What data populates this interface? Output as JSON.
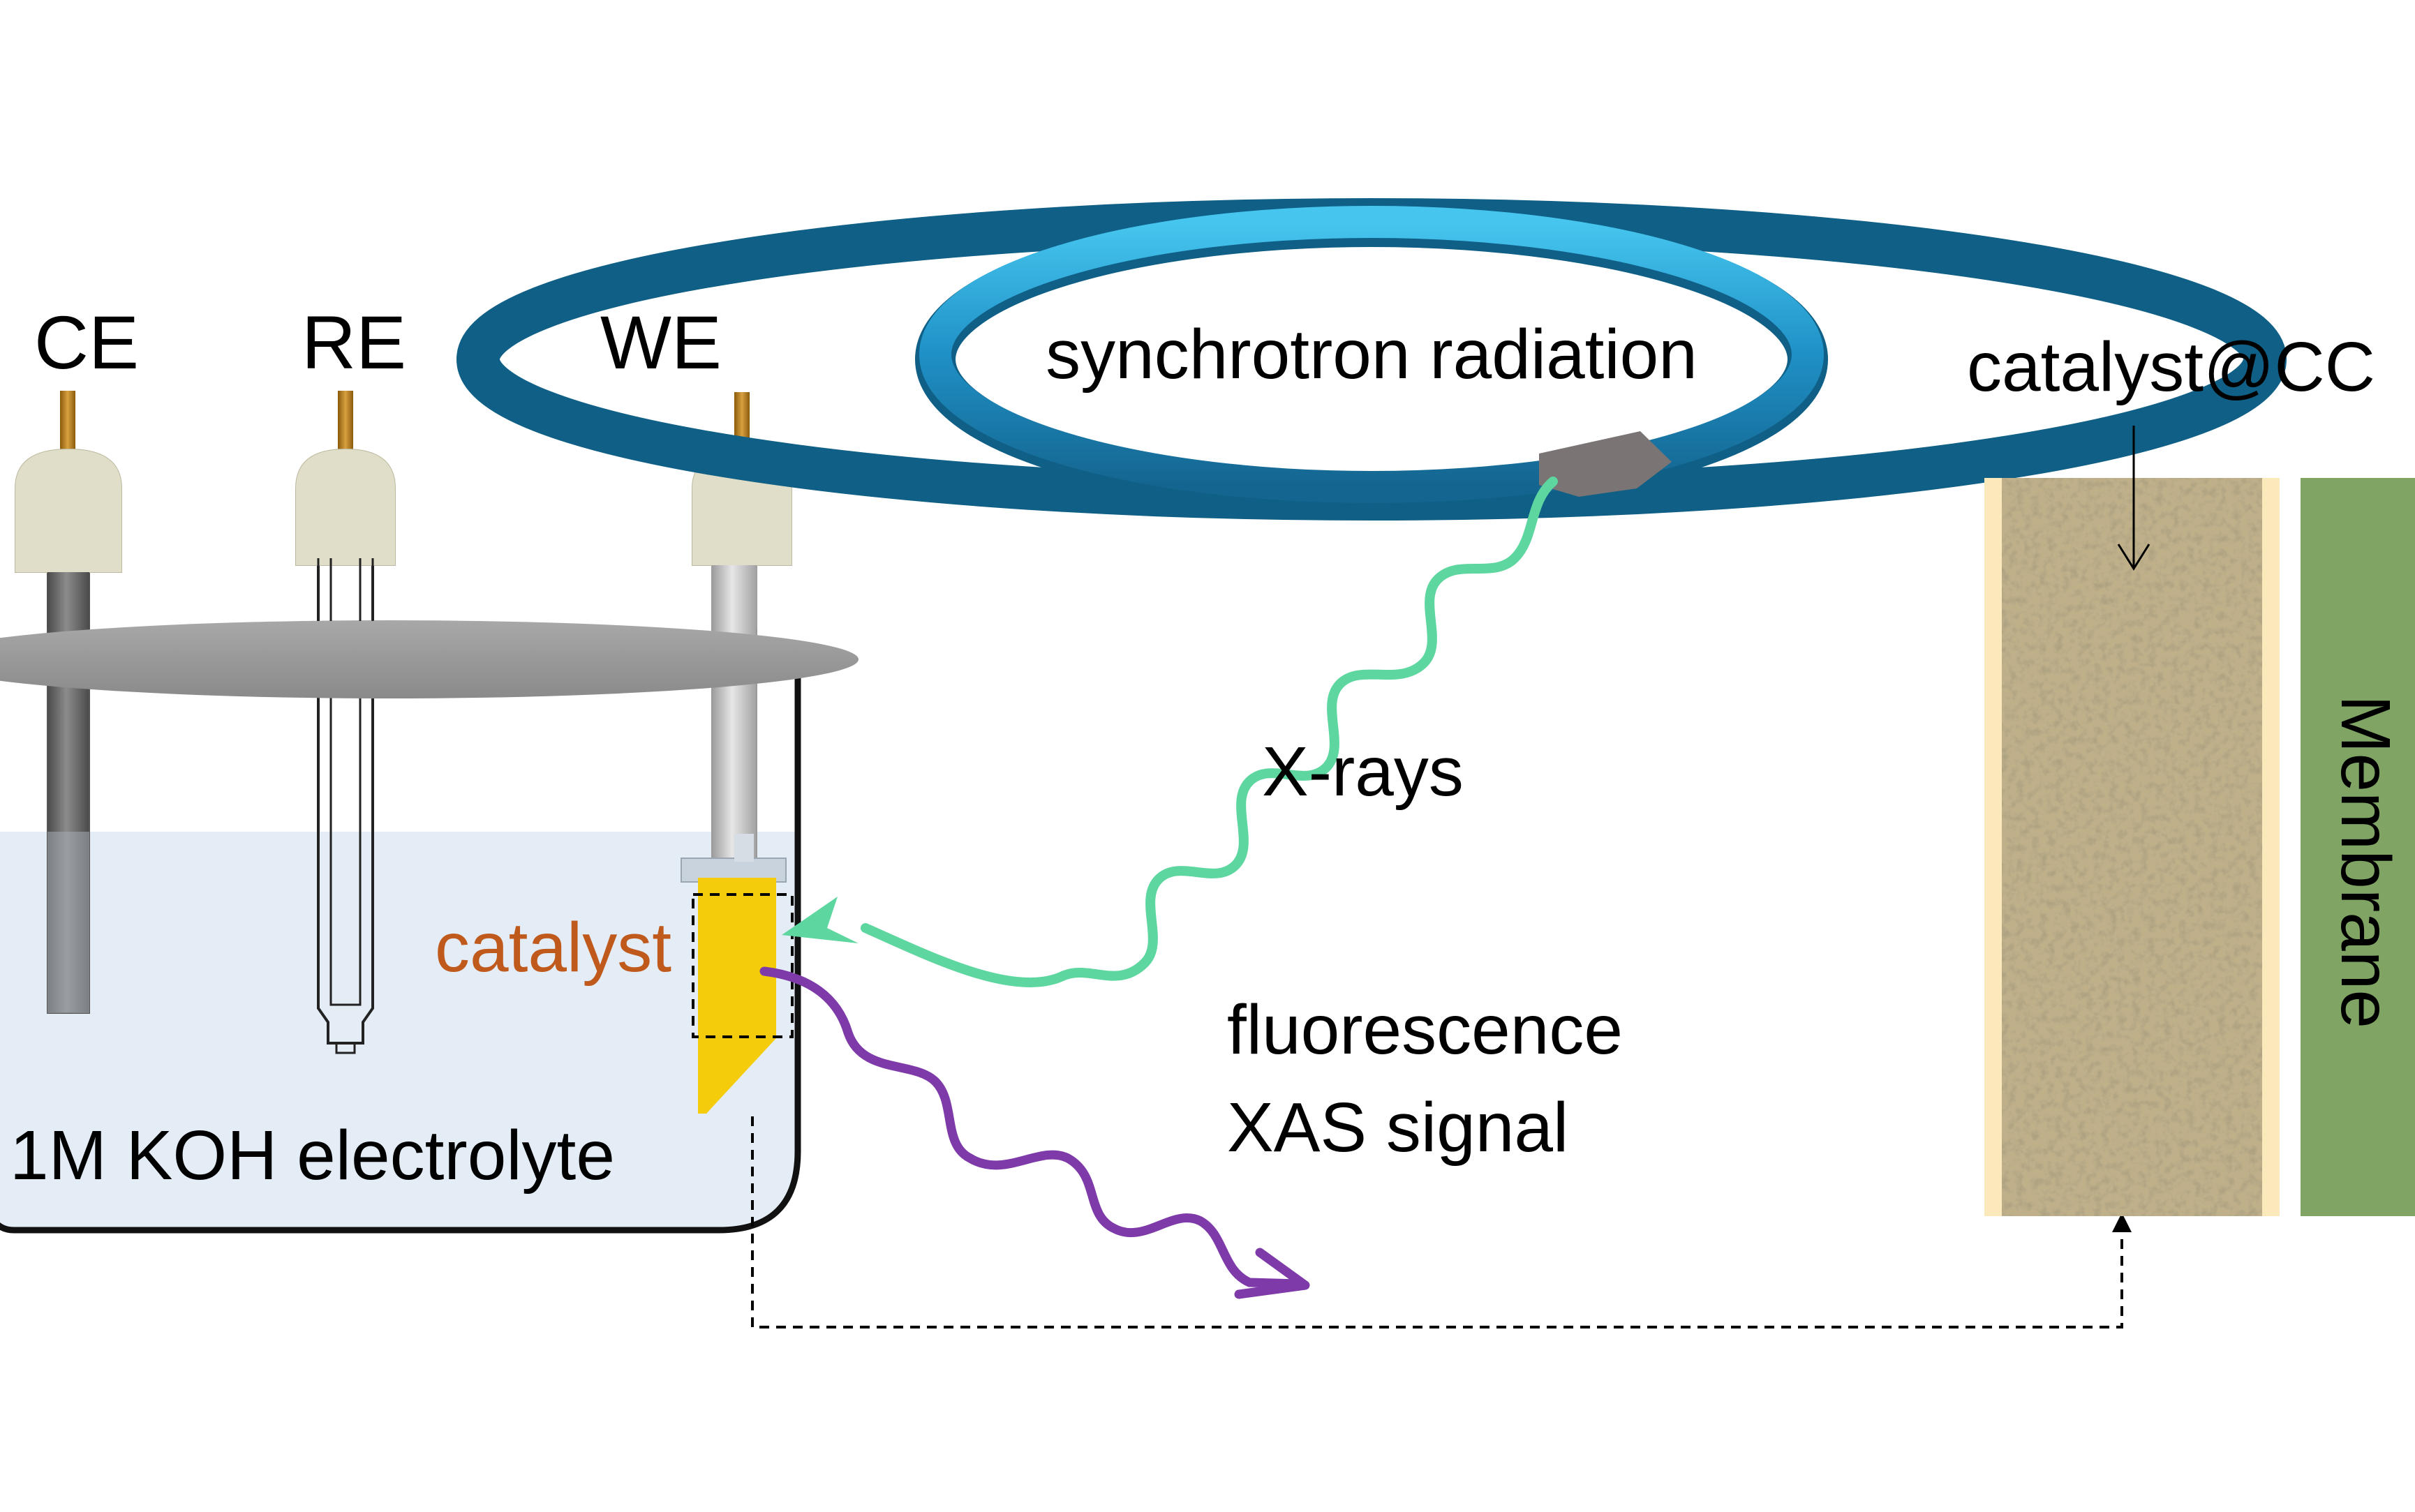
{
  "electrodes": {
    "counter": "CE",
    "reference": "RE",
    "working": "WE"
  },
  "labels": {
    "synchrotron": "synchrotron radiation",
    "xrays": "X-rays",
    "fluorescence": "fluorescence",
    "xas_signal": "XAS signal",
    "catalyst": "catalyst",
    "electrolyte": "1M KOH electrolyte",
    "catalyst_cc": "catalyst@CC",
    "membrane": "Membrane"
  },
  "colors": {
    "xray_wave": "#5ed6a0",
    "fluorescence_wave": "#7d3aa8",
    "catalyst": "#f5cc0b",
    "catalyst_text": "#c05a1c",
    "electrolyte": "#e4ecf6",
    "ring": "#1d8ec4",
    "membrane": "#7fa464",
    "carbon_cloth": "#bfb08a"
  }
}
